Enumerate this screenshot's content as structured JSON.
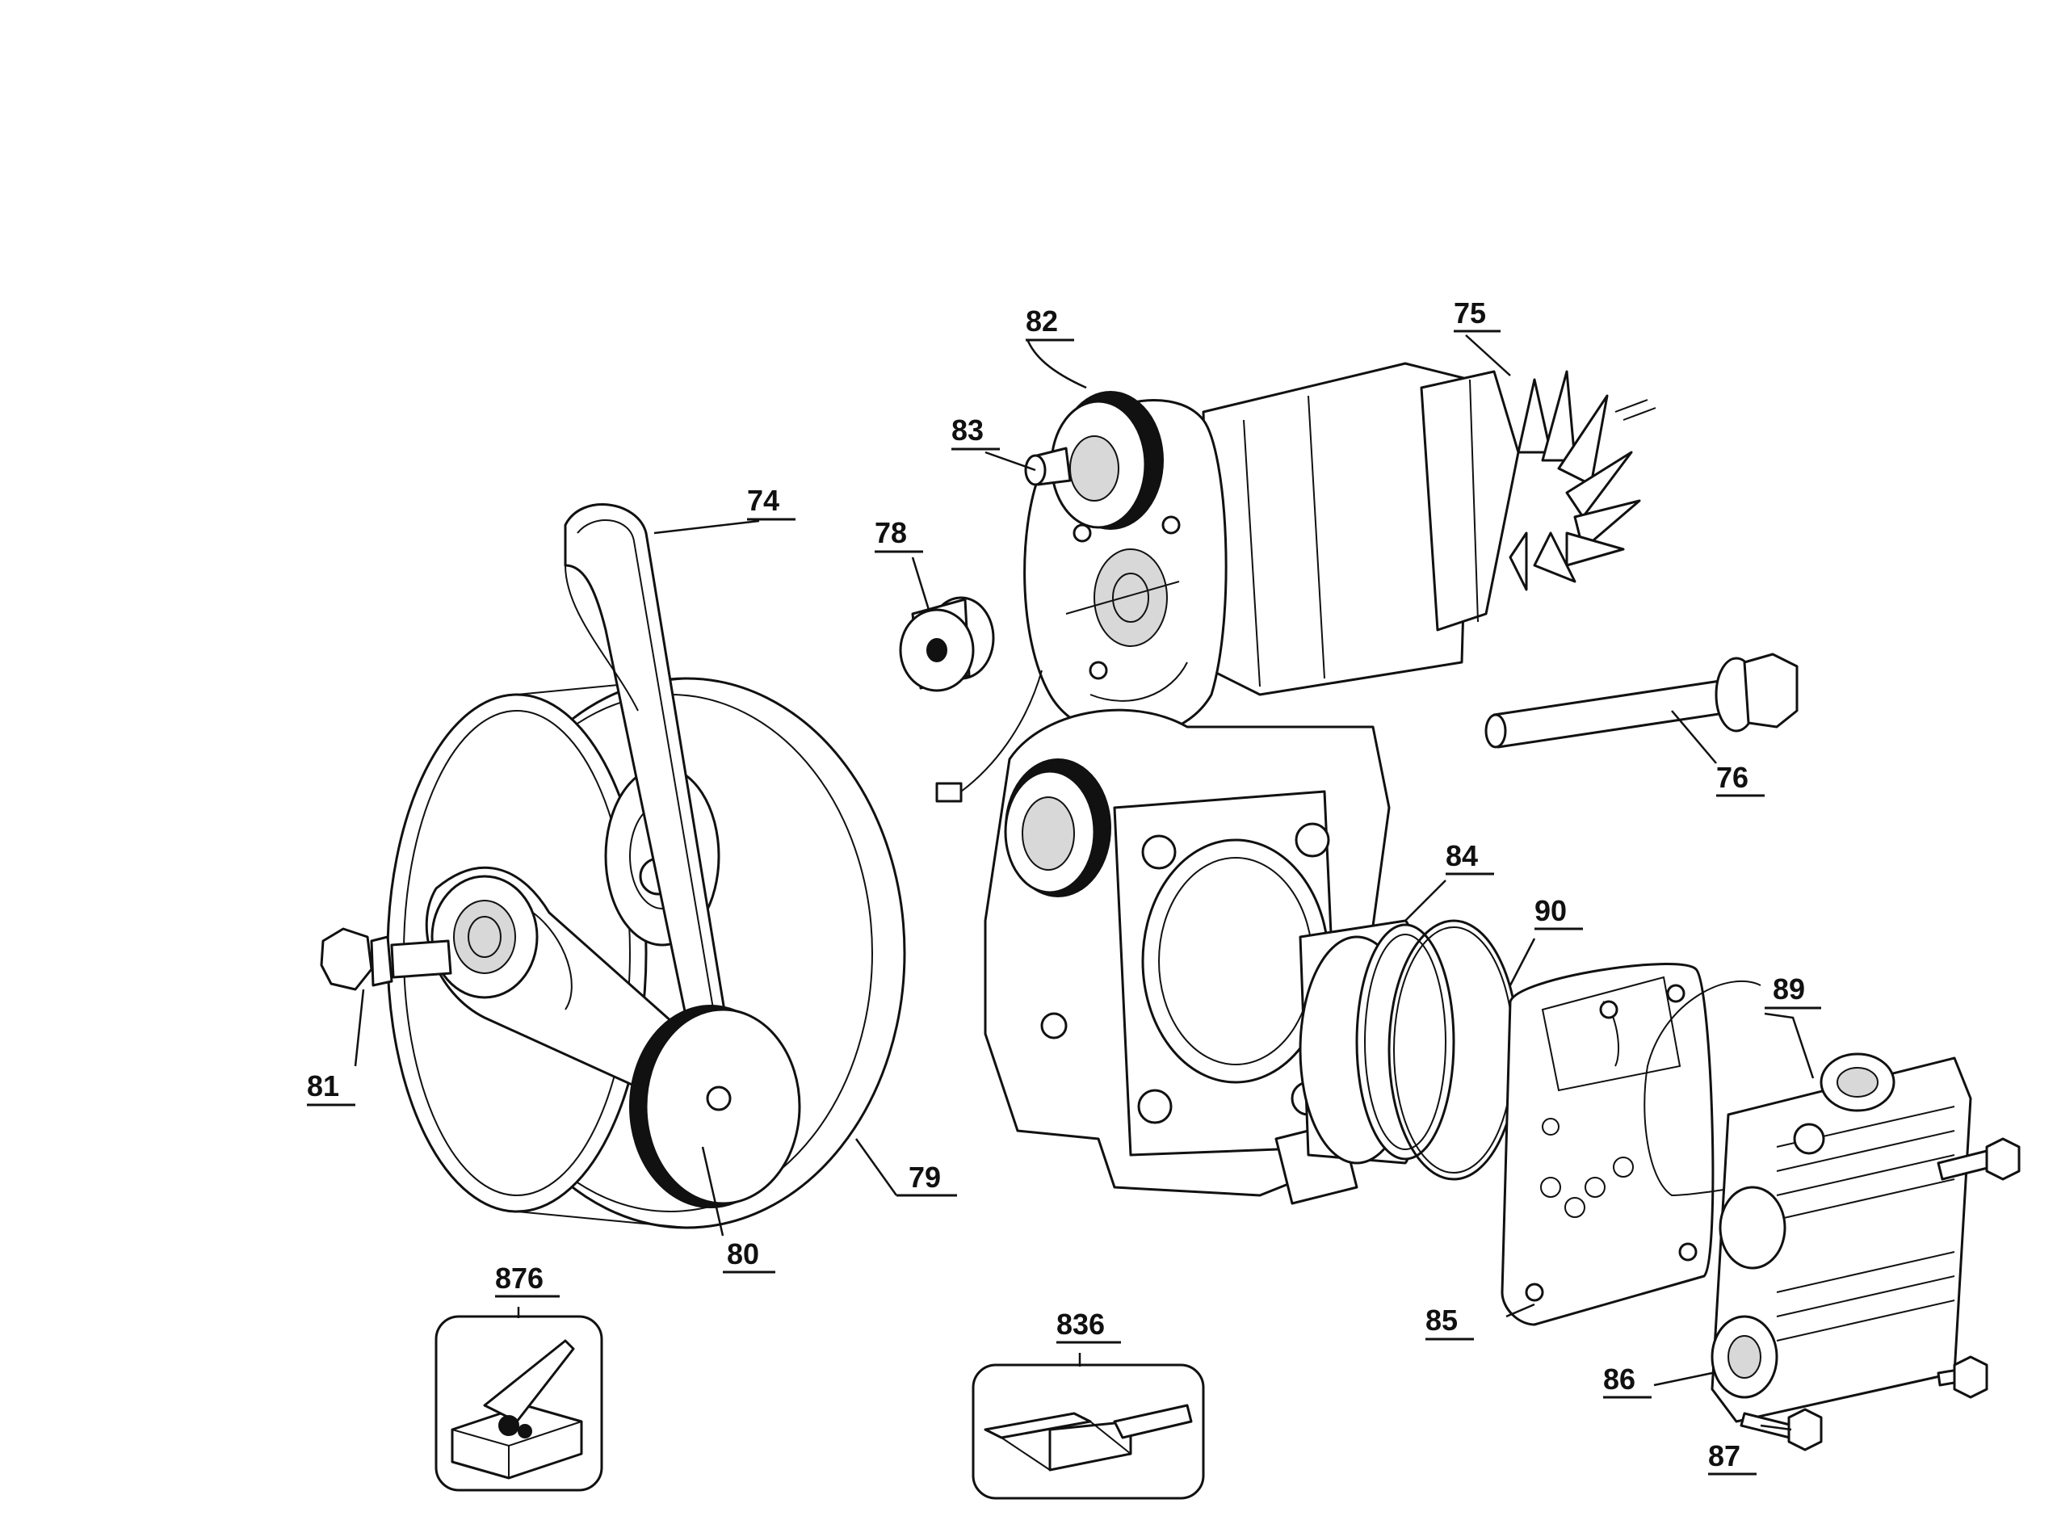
{
  "callouts": [
    {
      "id": "74",
      "label": "74"
    },
    {
      "id": "75",
      "label": "75"
    },
    {
      "id": "76",
      "label": "76"
    },
    {
      "id": "78",
      "label": "78"
    },
    {
      "id": "79",
      "label": "79"
    },
    {
      "id": "80",
      "label": "80"
    },
    {
      "id": "81",
      "label": "81"
    },
    {
      "id": "82",
      "label": "82"
    },
    {
      "id": "83",
      "label": "83"
    },
    {
      "id": "84",
      "label": "84"
    },
    {
      "id": "85",
      "label": "85"
    },
    {
      "id": "86",
      "label": "86"
    },
    {
      "id": "87",
      "label": "87"
    },
    {
      "id": "89",
      "label": "89"
    },
    {
      "id": "90",
      "label": "90"
    },
    {
      "id": "836",
      "label": "836"
    },
    {
      "id": "876",
      "label": "876"
    }
  ],
  "colors": {
    "line": "#111111",
    "background": "#ffffff"
  }
}
